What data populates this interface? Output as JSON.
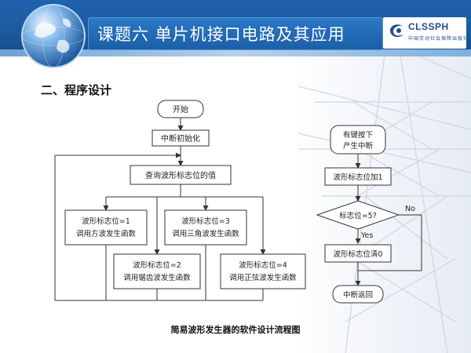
{
  "header": {
    "title": "课题六   单片机接口电路及其应用",
    "logo_text": "CLSSPH",
    "logo_sub": "中国劳动社会保障出版社"
  },
  "section_heading": "二、程序设计",
  "flowchart_main": {
    "start": "开始",
    "init": "中断初始化",
    "query": "查询波形标志位的值",
    "branch1_line1": "波形标志位=1",
    "branch1_line2": "调用方波发生函数",
    "branch2_line1": "波形标志位=2",
    "branch2_line2": "调用锯齿波发生函数",
    "branch3_line1": "波形标志位=3",
    "branch3_line2": "调用三角波发生函数",
    "branch4_line1": "波形标志位=4",
    "branch4_line2": "调用正弦波发生函数"
  },
  "flowchart_interrupt": {
    "trigger_line1": "有键按下",
    "trigger_line2": "产生中断",
    "increment": "波形标志位加1",
    "decision": "标志位=5?",
    "no_label": "No",
    "yes_label": "Yes",
    "clear": "波形标志位清0",
    "return": "中断返回"
  },
  "caption": "简易波形发生器的软件设计流程图",
  "colors": {
    "header_blue": "#1c5aa0",
    "title_plate": "#2a78c6",
    "logo_blue": "#1c4f8e",
    "line_color": "#333333"
  }
}
